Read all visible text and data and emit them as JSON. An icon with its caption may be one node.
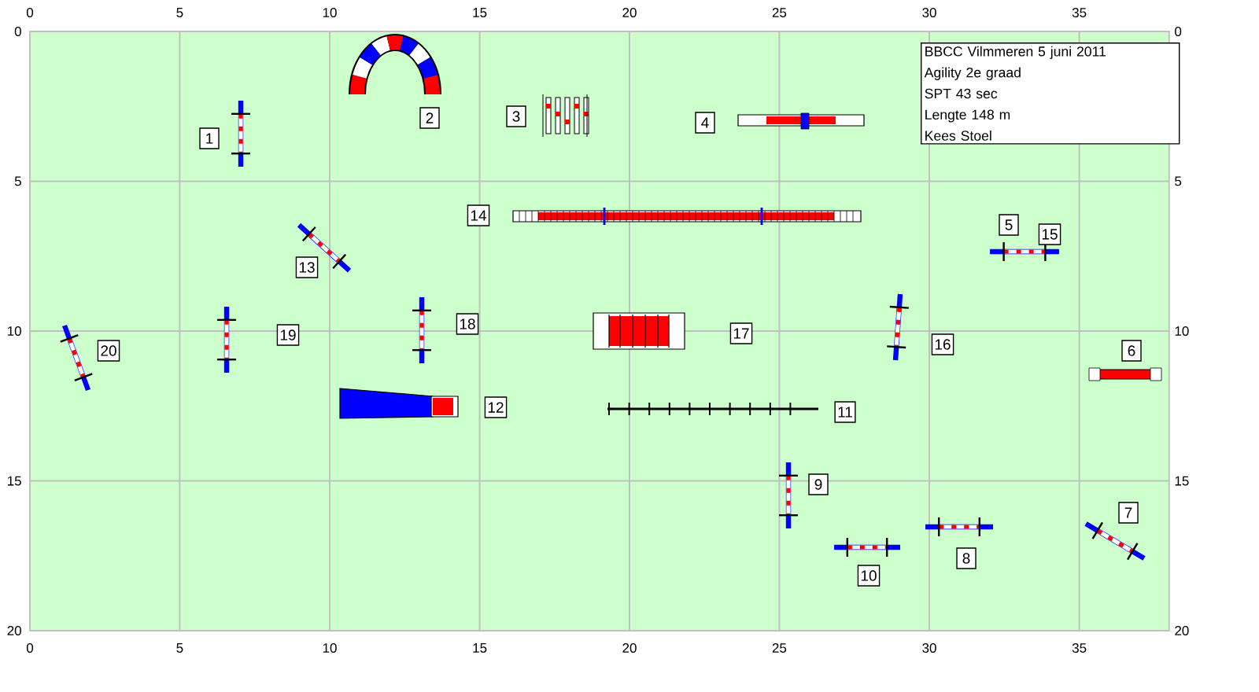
{
  "diagram": {
    "nodes": [
      {
        "text": [
          "BBCC  Vilmmeren 5 juni 2011",
          "Agility 2e graad",
          "SPT 43 sec",
          "Lengte 148 m",
          "Kees Stoel"
        ]
      }
    ],
    "labels": [
      "0",
      "5",
      "10",
      "15",
      "20",
      "25",
      "30",
      "35",
      "0",
      "5",
      "10",
      "15",
      "20",
      "0",
      "5",
      "10",
      "15",
      "20",
      "1",
      "2",
      "3",
      "4",
      "5",
      "6",
      "7",
      "8",
      "9",
      "10",
      "11",
      "12",
      "13",
      "14",
      "15",
      "16",
      "17",
      "18",
      "19",
      "20",
      "0",
      "5",
      "10",
      "15",
      "20",
      "25",
      "30",
      "35"
    ]
  }
}
